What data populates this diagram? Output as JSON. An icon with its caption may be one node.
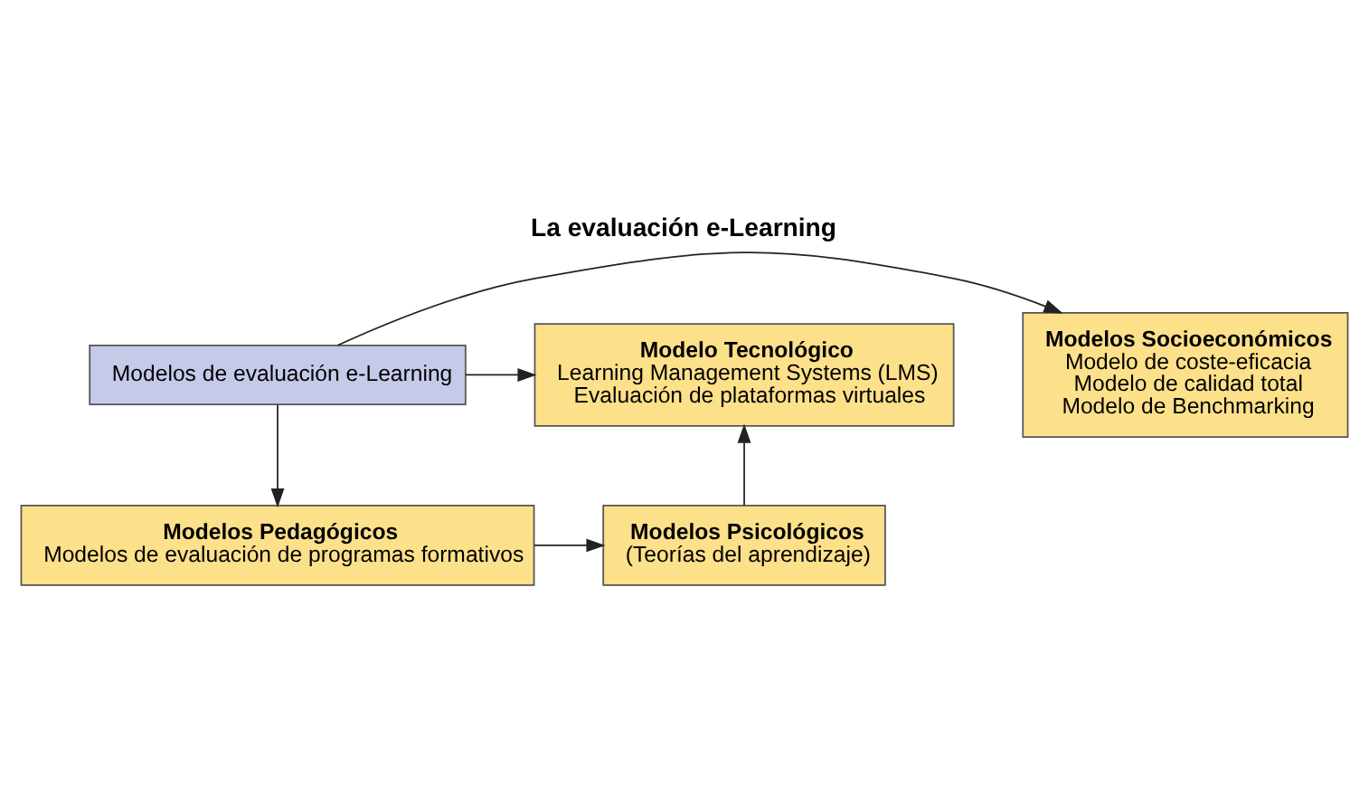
{
  "diagram": {
    "title": "La evaluación e-Learning",
    "nodes": [
      {
        "text": [
          "Modelos Socioeconómicos",
          "Modelo de coste-eficacia",
          "Modelo de calidad total",
          "Modelo de Benchmarking"
        ]
      },
      {
        "text": [
          "Modelo Tecnológico",
          "Learning Management Systems (LMS)",
          "Evaluación de plataformas virtuales"
        ]
      },
      {
        "text": [
          "Modelos de evaluación e-Learning"
        ]
      },
      {
        "text": [
          "Modelos Pedagógicos",
          "Modelos de evaluación de programas formativos"
        ]
      },
      {
        "text": [
          "Modelos Psicológicos",
          "(Teorías del aprendizaje)"
        ]
      }
    ],
    "edges": [
      {
        "from": 2,
        "to": 0,
        "arrow": "to"
      },
      {
        "from": 2,
        "to": 1,
        "arrow": "to"
      },
      {
        "from": 2,
        "to": 3,
        "arrow": "to"
      },
      {
        "from": 3,
        "to": 4,
        "arrow": "to"
      },
      {
        "from": 4,
        "to": 1,
        "arrow": "to"
      }
    ]
  }
}
